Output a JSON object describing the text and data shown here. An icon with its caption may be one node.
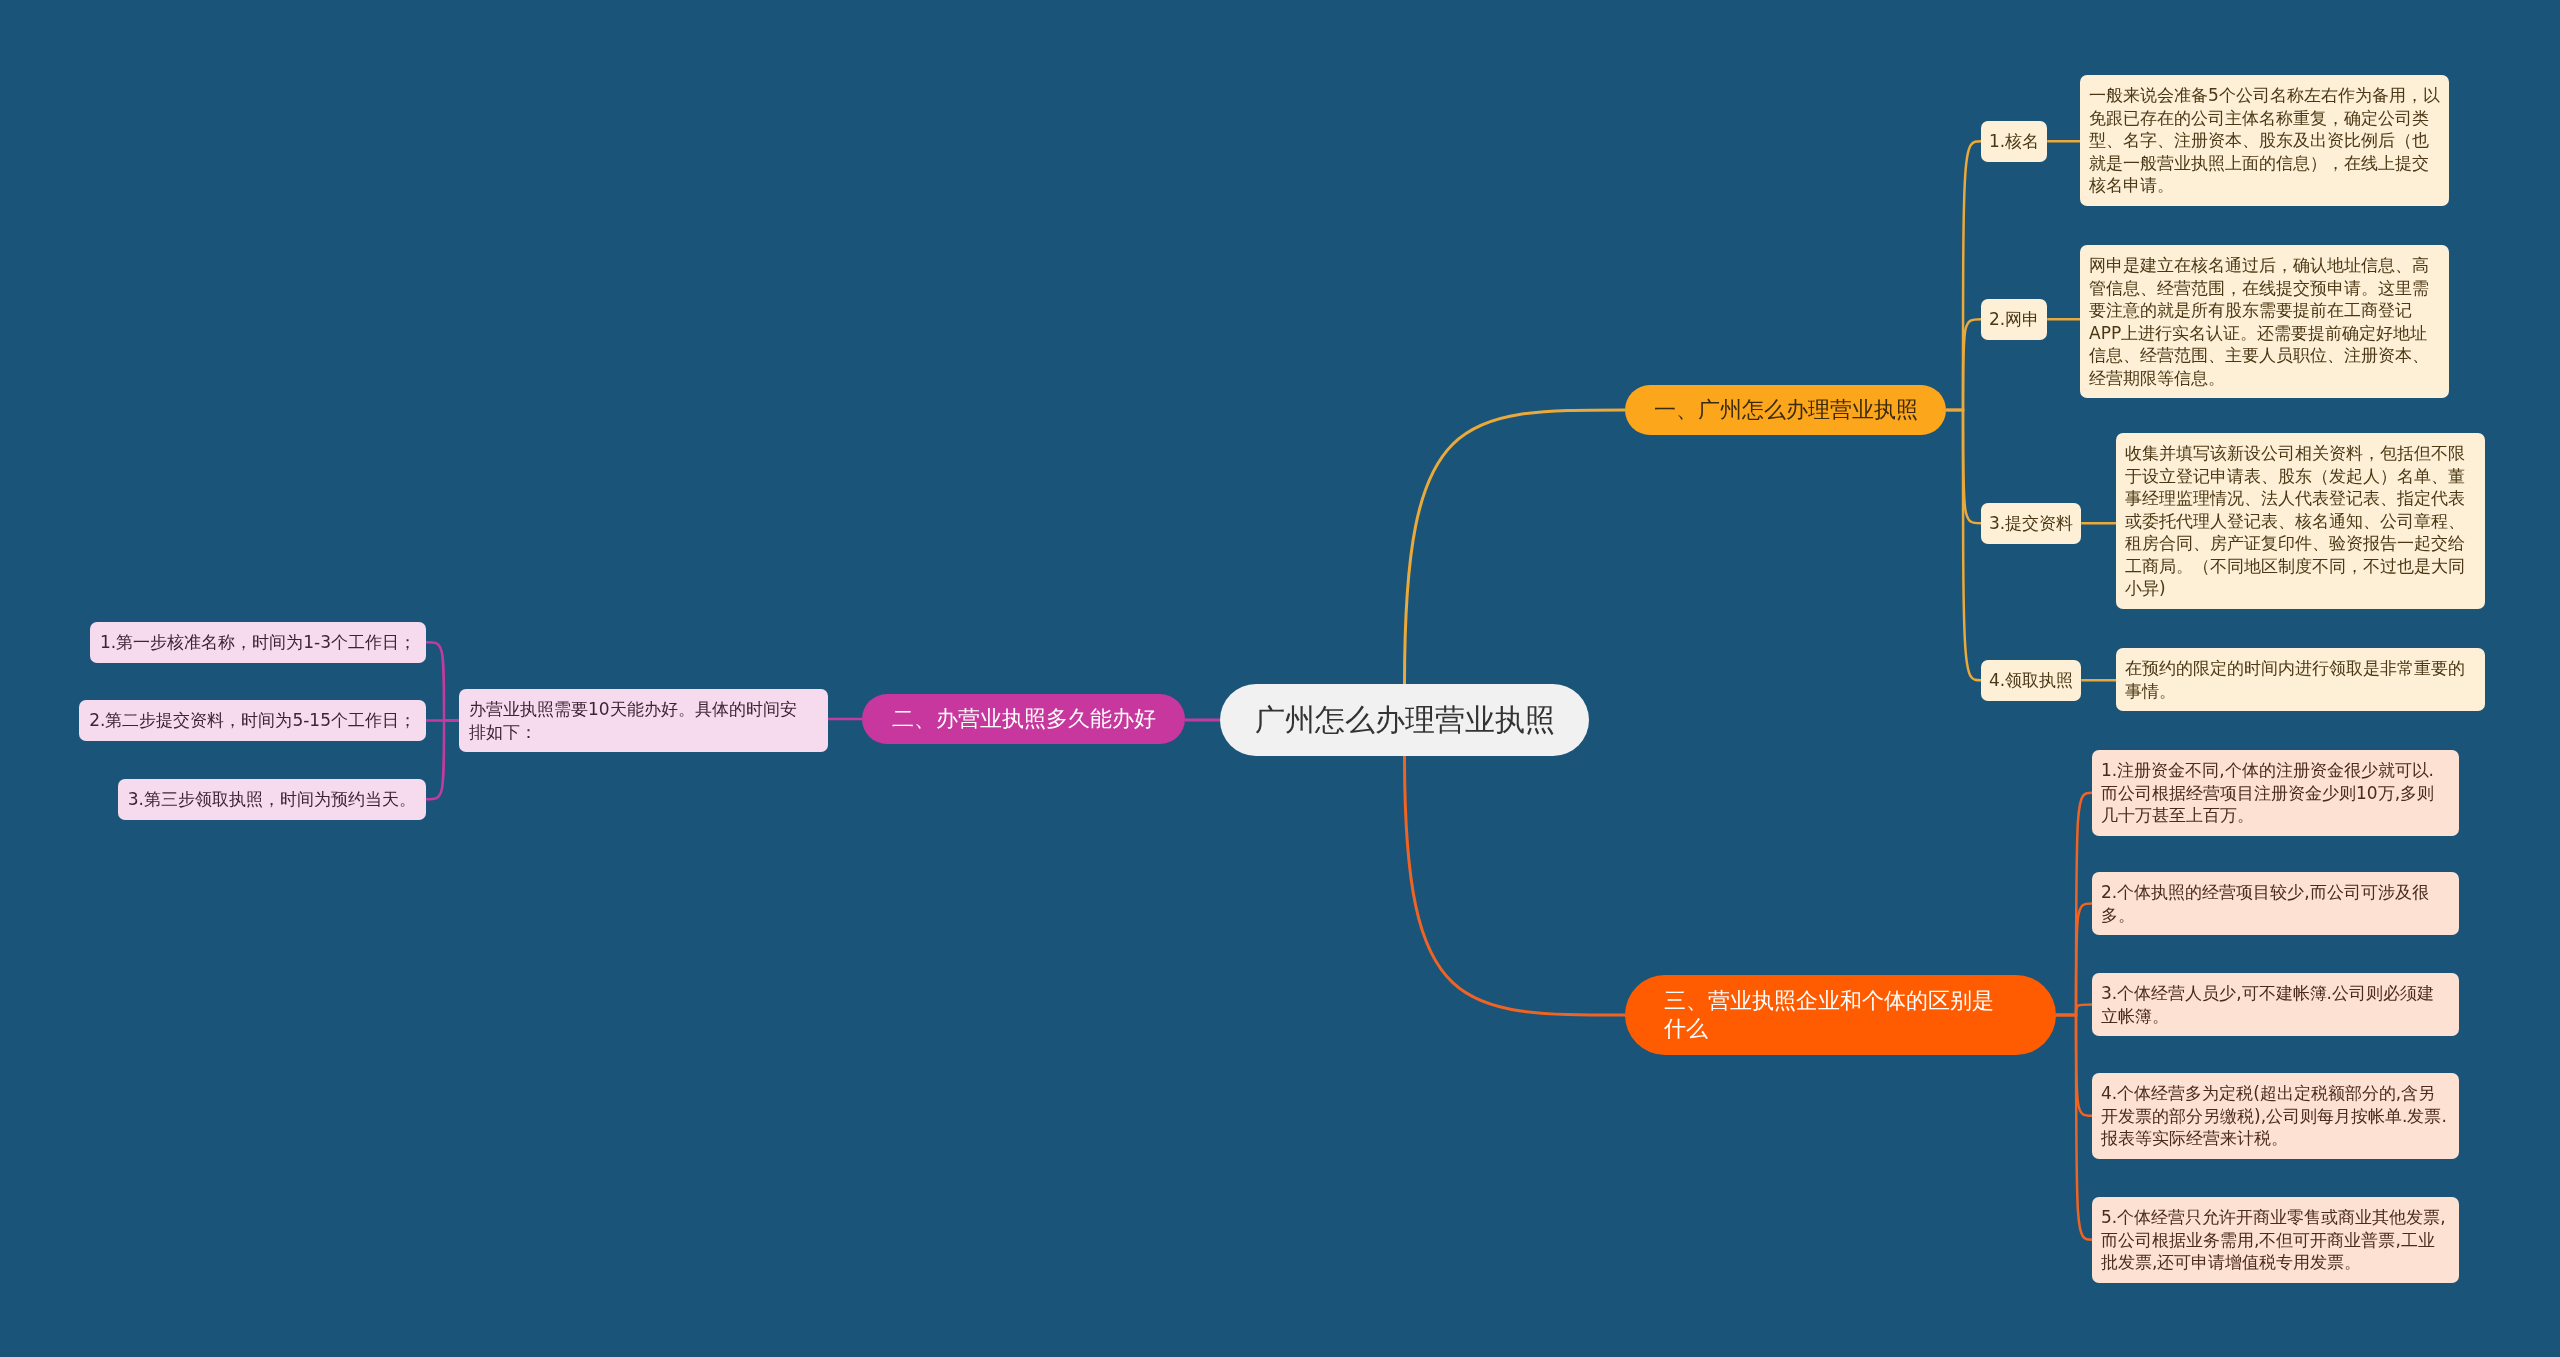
{
  "diagram": {
    "nodes": [
      {
        "text": [
          "广州怎么办理营业执照"
        ]
      },
      {
        "text": [
          "一、广州怎么办理营业执照"
        ]
      },
      {
        "text": [
          "1.核名"
        ]
      },
      {
        "text": [
          "一般来说会准备5个公司名称左右作为备用，以免跟已存在的公司主体名称重复，确定公司类型、名字、注册资本、股东及出资比例后（也就是一般营业执照上面的信息），在线上提交核名申请。"
        ]
      },
      {
        "text": [
          "2.网申"
        ]
      },
      {
        "text": [
          "网申是建立在核名通过后，确认地址信息、高管信息、经营范围，在线提交预申请。这里需要注意的就是所有股东需要提前在工商登记APP上进行实名认证。还需要提前确定好地址信息、经营范围、主要人员职位、注册资本、经营期限等信息。"
        ]
      },
      {
        "text": [
          "3.提交资料"
        ]
      },
      {
        "text": [
          "收集并填写该新设公司相关资料，包括但不限于设立登记申请表、股东（发起人）名单、董事经理监理情况、法人代表登记表、指定代表或委托代理人登记表、核名通知、公司章程、租房合同、房产证复印件、验资报告一起交给工商局。（不同地区制度不同，不过也是大同小异)"
        ]
      },
      {
        "text": [
          "4.领取执照"
        ]
      },
      {
        "text": [
          "在预约的限定的时间内进行领取是非常重要的事情。"
        ]
      },
      {
        "text": [
          "二、办营业执照多久能办好"
        ]
      },
      {
        "text": [
          "办营业执照需要10天能办好。具体的时间安排如下："
        ]
      },
      {
        "text": [
          "1.第一步核准名称，时间为1-3个工作日；"
        ]
      },
      {
        "text": [
          "2.第二步提交资料，时间为5-15个工作日；"
        ]
      },
      {
        "text": [
          "3.第三步领取执照，时间为预约当天。"
        ]
      },
      {
        "text": [
          "三、营业执照企业和个体的区别是什么"
        ]
      },
      {
        "text": [
          "1.注册资金不同,个体的注册资金很少就可以.而公司根据经营项目注册资金少则10万,多则几十万甚至上百万。"
        ]
      },
      {
        "text": [
          "2.个体执照的经营项目较少,而公司可涉及很多。"
        ]
      },
      {
        "text": [
          "3.个体经营人员少,可不建帐簿.公司则必须建立帐簿。"
        ]
      },
      {
        "text": [
          "4.个体经营多为定税(超出定税额部分的,含另开发票的部分另缴税),公司则每月按帐单.发票.报表等实际经营来计税。"
        ]
      },
      {
        "text": [
          "5.个体经营只允许开商业零售或商业其他发票,而公司根据业务需用,不但可开商业普票,工业批发票,还可申请增值税专用发票。"
        ]
      }
    ],
    "edges": [
      {
        "from": 0,
        "to": 1,
        "arrow": "none"
      },
      {
        "from": 1,
        "to": 2,
        "arrow": "none"
      },
      {
        "from": 2,
        "to": 3,
        "arrow": "none"
      },
      {
        "from": 1,
        "to": 4,
        "arrow": "none"
      },
      {
        "from": 4,
        "to": 5,
        "arrow": "none"
      },
      {
        "from": 1,
        "to": 6,
        "arrow": "none"
      },
      {
        "from": 6,
        "to": 7,
        "arrow": "none"
      },
      {
        "from": 1,
        "to": 8,
        "arrow": "none"
      },
      {
        "from": 8,
        "to": 9,
        "arrow": "none"
      },
      {
        "from": 0,
        "to": 10,
        "arrow": "none",
        "color": "#c23c9e"
      },
      {
        "from": 10,
        "to": 11,
        "arrow": "none",
        "color": "#c23c9e"
      },
      {
        "from": 11,
        "to": 12,
        "arrow": "none",
        "color": "#c23c9e"
      },
      {
        "from": 11,
        "to": 13,
        "arrow": "none",
        "color": "#c23c9e"
      },
      {
        "from": 11,
        "to": 14,
        "arrow": "none",
        "color": "#c23c9e"
      },
      {
        "from": 0,
        "to": 15,
        "arrow": "none",
        "color": "#ef6423"
      },
      {
        "from": 15,
        "to": 16,
        "arrow": "none",
        "color": "#ef6423"
      },
      {
        "from": 15,
        "to": 17,
        "arrow": "none",
        "color": "#ef6423"
      },
      {
        "from": 15,
        "to": 18,
        "arrow": "none",
        "color": "#ef6423"
      },
      {
        "from": 15,
        "to": 19,
        "arrow": "none",
        "color": "#ef6423"
      },
      {
        "from": 15,
        "to": 20,
        "arrow": "none",
        "color": "#ef6423"
      }
    ]
  }
}
